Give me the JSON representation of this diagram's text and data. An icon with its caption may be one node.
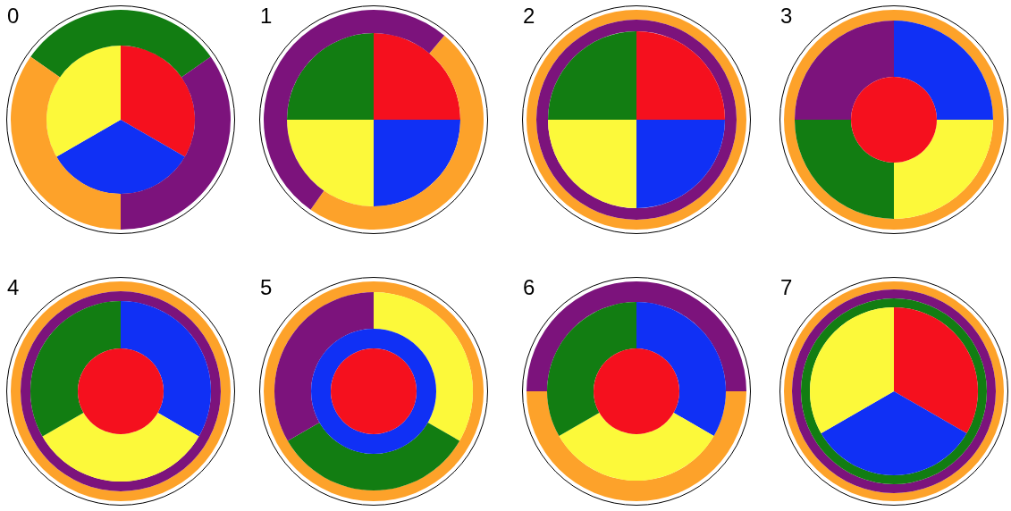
{
  "diagram": {
    "nodes": [
      {
        "text": [
          "0"
        ]
      },
      {
        "text": [
          "1"
        ]
      },
      {
        "text": [
          "2"
        ]
      },
      {
        "text": [
          "3"
        ]
      },
      {
        "text": [
          "4"
        ]
      },
      {
        "text": [
          "5"
        ]
      },
      {
        "text": [
          "6"
        ]
      },
      {
        "text": [
          "7"
        ]
      }
    ]
  }
}
